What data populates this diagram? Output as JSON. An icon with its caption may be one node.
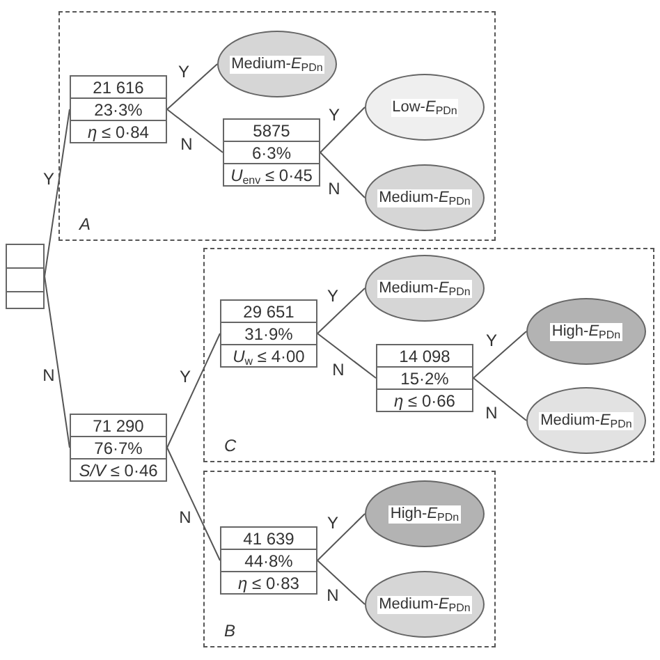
{
  "diagram": {
    "nodes": [
      {
        "text": [],
        "shape": "box"
      },
      {
        "text": [
          "A"
        ]
      },
      {
        "text": [
          "21 616",
          "23·3%",
          "*η* ≤ 0·84"
        ],
        "in": 1
      },
      {
        "text": [
          "Medium-*E*$_{PDn}$"
        ],
        "in": 1
      },
      {
        "text": [
          "5875",
          "6·3%",
          "*U*$_{env}$ ≤ 0·45"
        ],
        "in": 1
      },
      {
        "text": [
          "Low-*E*$_{PDn}$"
        ],
        "in": 1
      },
      {
        "text": [
          "Medium-*E*$_{PDn}$"
        ],
        "in": 1
      },
      {
        "text": [
          "71 290",
          "76·7%",
          "*S/V* ≤ 0·46"
        ]
      },
      {
        "text": [
          "C"
        ]
      },
      {
        "text": [
          "29 651",
          "31·9%",
          "*U*$_{w}$ ≤ 4·00"
        ],
        "in": 8
      },
      {
        "text": [
          "Medium-*E*$_{PDn}$"
        ],
        "in": 8
      },
      {
        "text": [
          "14 098",
          "15·2%",
          "*η* ≤ 0·66"
        ],
        "in": 8
      },
      {
        "text": [
          "High-*E*$_{PDn}$"
        ],
        "in": 8
      },
      {
        "text": [
          "Medium-*E*$_{PDn}$"
        ],
        "in": 8
      },
      {
        "text": [
          "B"
        ]
      },
      {
        "text": [
          "41 639",
          "44·8%",
          "*η* ≤ 0·83"
        ],
        "in": 14
      },
      {
        "text": [
          "High-*E*$_{PDn}$"
        ],
        "in": 14
      },
      {
        "text": [
          "Medium-*E*$_{PDn}$"
        ],
        "in": 14
      }
    ],
    "edges": [
      {
        "from": 0,
        "to": 2,
        "arrow": "none",
        "label": "Y"
      },
      {
        "from": 0,
        "to": 7,
        "arrow": "none",
        "label": "N"
      },
      {
        "from": 2,
        "to": 3,
        "arrow": "none",
        "label": "Y"
      },
      {
        "from": 2,
        "to": 4,
        "arrow": "none",
        "label": "N"
      },
      {
        "from": 4,
        "to": 5,
        "arrow": "none",
        "label": "Y"
      },
      {
        "from": 4,
        "to": 6,
        "arrow": "none",
        "label": "N"
      },
      {
        "from": 7,
        "to": 9,
        "arrow": "none",
        "label": "Y"
      },
      {
        "from": 7,
        "to": 15,
        "arrow": "none",
        "label": "N"
      },
      {
        "from": 9,
        "to": 10,
        "arrow": "none",
        "label": "Y"
      },
      {
        "from": 9,
        "to": 11,
        "arrow": "none",
        "label": "N"
      },
      {
        "from": 11,
        "to": 12,
        "arrow": "none",
        "label": "Y"
      },
      {
        "from": 11,
        "to": 13,
        "arrow": "none",
        "label": "N"
      },
      {
        "from": 15,
        "to": 16,
        "arrow": "none",
        "label": "Y"
      },
      {
        "from": 15,
        "to": 17,
        "arrow": "none",
        "label": "N"
      }
    ]
  }
}
